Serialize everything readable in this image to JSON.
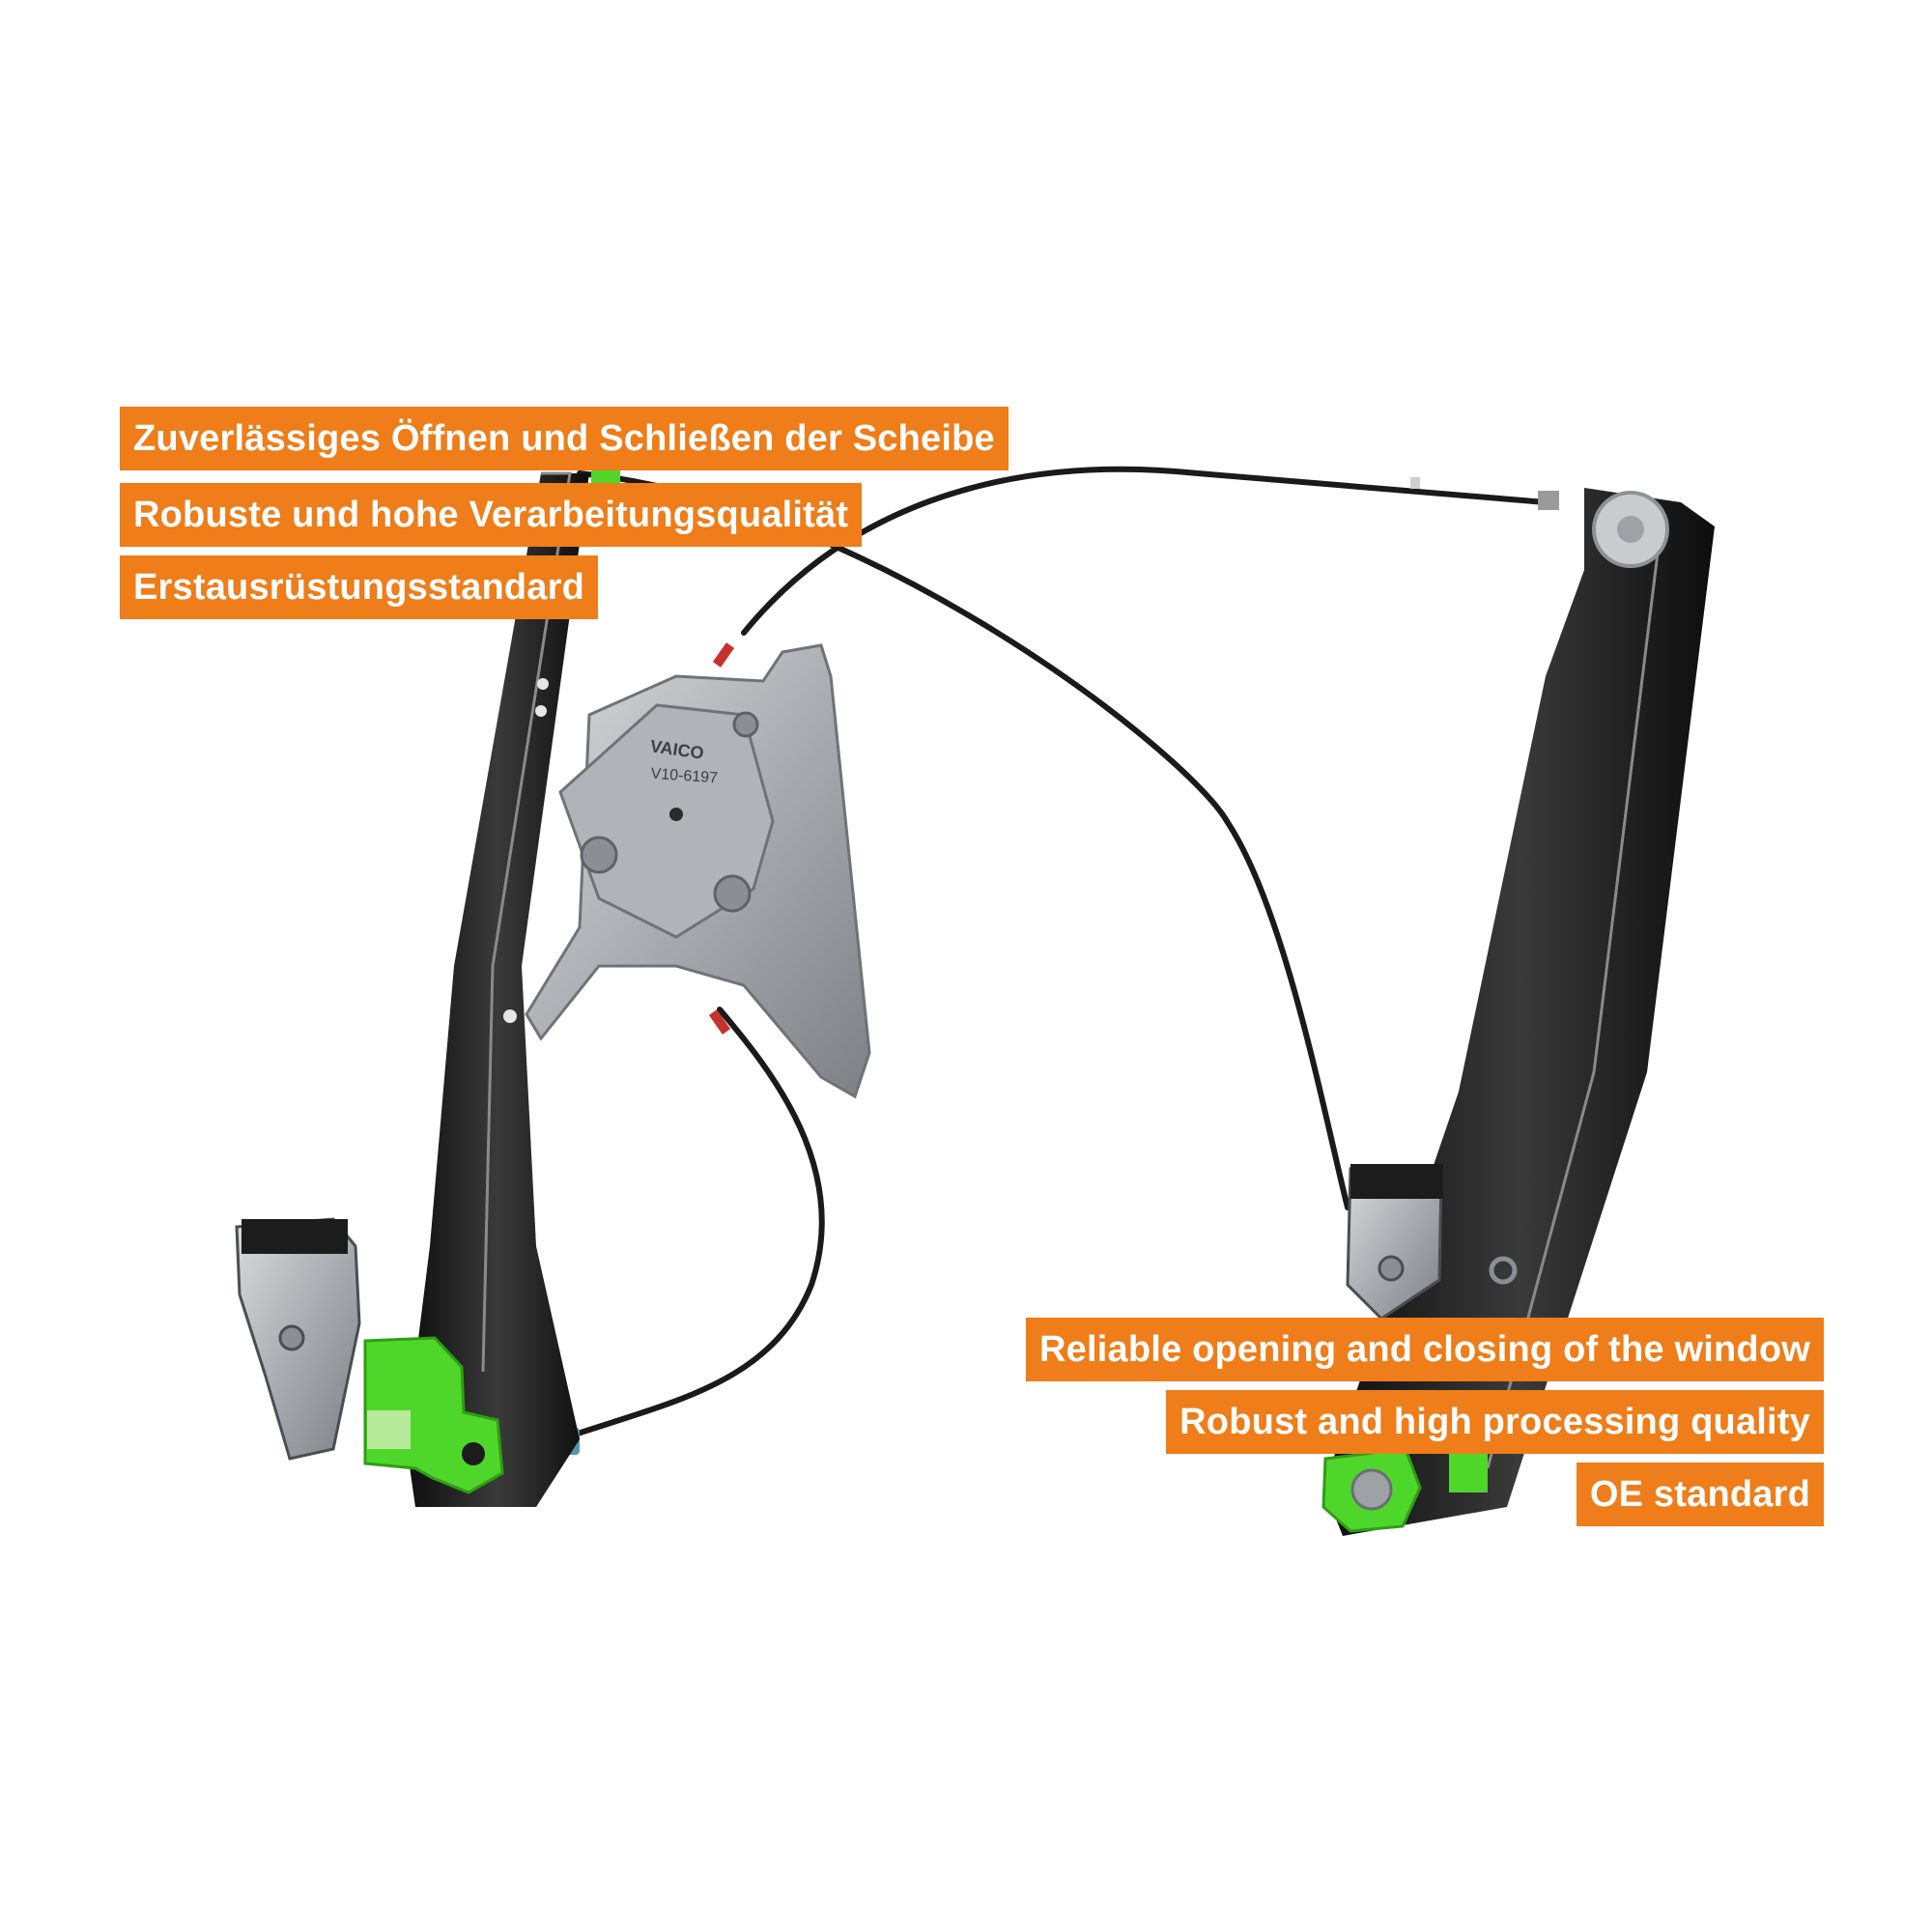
{
  "image": {
    "subject": "window-regulator",
    "colors": {
      "accent": "#ee7d1a",
      "label_text": "#ffffff",
      "rail": "#1c1c1c",
      "metal": "#b9bcbf",
      "clip": "#4fd62a",
      "background": "#ffffff"
    }
  },
  "product": {
    "brand_stamp": "VAICO",
    "part_number": "V10-6197"
  },
  "labels": {
    "de": [
      "Zuverlässiges Öffnen und Schließen der Scheibe",
      "Robuste und hohe Verarbeitungsqualität",
      "Erstausrüstungsstandard"
    ],
    "en": [
      "Reliable opening and closing of the window",
      "Robust and high processing quality",
      "OE standard"
    ]
  }
}
